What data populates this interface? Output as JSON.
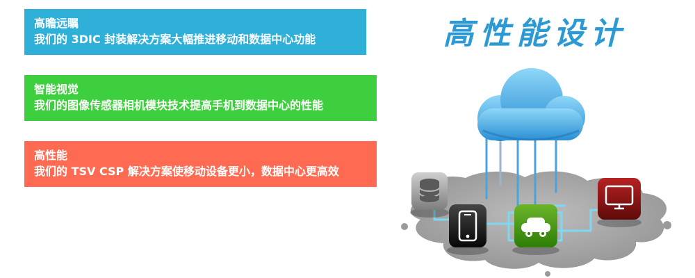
{
  "banners": [
    {
      "title": "高瞻远瞩",
      "subtitle": "我们的 3DIC 封装解决方案大幅推进移动和数据中心功能",
      "color": "#2fb0d9"
    },
    {
      "title": "智能视觉",
      "subtitle": "我们的图像传感器相机模块技术提高手机到数据中心的性能",
      "color": "#3ecf3e"
    },
    {
      "title": "高性能",
      "subtitle": "我们的 TSV CSP 解决方案使移动设备更小，数据中心更高效",
      "color": "#ff6b52"
    }
  ],
  "headline": {
    "text": "高性能设计",
    "color": "#2b9ad4"
  },
  "illustration": {
    "cloud_color": "#2b8fd4",
    "ground_color": "#9a9a9a",
    "circuit_color": "#7fd8f2",
    "nodes": [
      {
        "name": "database",
        "color": "#8c8c8c"
      },
      {
        "name": "smartphone",
        "color": "#111111"
      },
      {
        "name": "car",
        "color": "#3f8f10"
      },
      {
        "name": "laptop",
        "color": "#8e1212"
      }
    ]
  }
}
